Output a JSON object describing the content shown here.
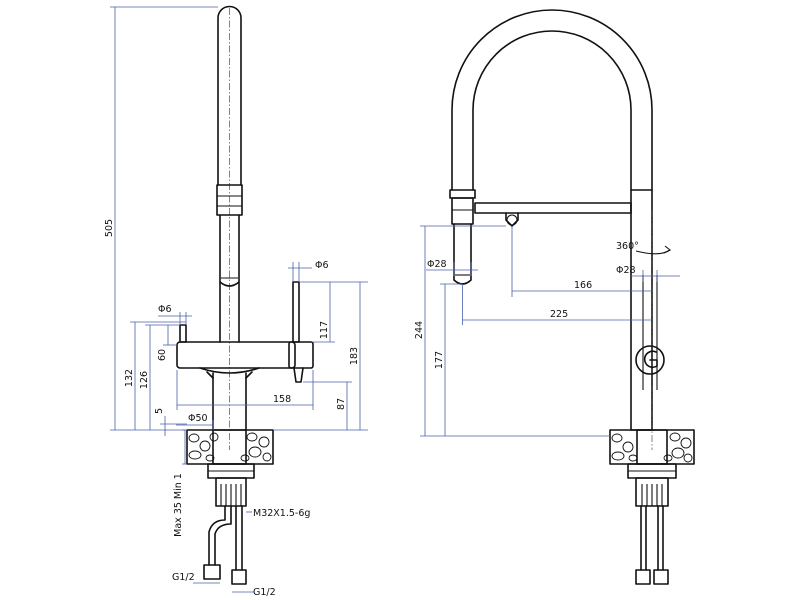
{
  "colors": {
    "outline": "#111111",
    "dimension": "#4a5fa8",
    "background": "#ffffff"
  },
  "side_view": {
    "dim_total_height": "505",
    "dim_lever_diameter": "Φ6",
    "dim_handle_diameter": "Φ6",
    "dim_lever_height": "117",
    "dim_body_height": "183",
    "dim_height_132": "132",
    "dim_height_126": "126",
    "dim_handle_60": "60",
    "dim_lever_reach": "158",
    "dim_spout_87": "87",
    "dim_base_5": "5",
    "dim_base_diameter": "Φ50",
    "dim_deck_thickness": "Max 35 Min 1",
    "dim_thread": "M32X1.5-6g",
    "dim_hose_left": "G1/2",
    "dim_hose_right": "G1/2"
  },
  "front_view": {
    "dim_spray_diameter": "Φ28",
    "dim_rotation": "360°",
    "dim_column_diameter": "Φ28",
    "dim_reach_166": "166",
    "dim_reach_225": "225",
    "dim_height_244": "244",
    "dim_height_177": "177"
  }
}
